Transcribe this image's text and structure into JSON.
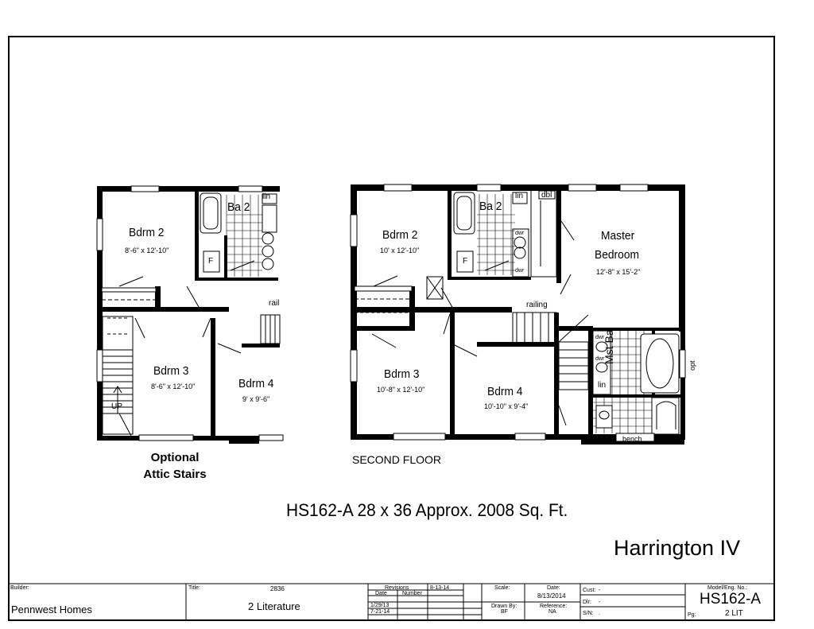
{
  "plan": {
    "left_rooms": {
      "bdrm2": {
        "name": "Bdrm 2",
        "size": "8'-6\" x 12'-10\""
      },
      "ba2": {
        "name": "Ba 2"
      },
      "lin": "lin",
      "bdrm3": {
        "name": "Bdrm 3",
        "size": "8'-6\" x 12'-10\""
      },
      "bdrm4": {
        "name": "Bdrm 4",
        "size": "9' x 9'-6\""
      },
      "rail": "rail",
      "up": "UP",
      "fixture_f": "F"
    },
    "right_rooms": {
      "bdrm2": {
        "name": "Bdrm 2",
        "size": "10' x 12'-10\""
      },
      "ba2": {
        "name": "Ba 2"
      },
      "lin": "lin",
      "dbl": "dbl",
      "dwr1": "dwr",
      "dwr2": "dwr",
      "master": {
        "name_line1": "Master",
        "name_line2": "Bedroom",
        "size": "12'-8\" x 15'-2\""
      },
      "railing": "railing",
      "bdrm3": {
        "name": "Bdrm 3",
        "size": "10'-8\" x 12'-10\""
      },
      "bdrm4": {
        "name": "Bdrm 4",
        "size": "10'-10\" x 9'-4\""
      },
      "mst_ba": "Mst Ba",
      "opt": "opt",
      "bench": "bench",
      "dwr3": "dwr",
      "dwr4": "dwr",
      "lin2": "lin",
      "fixture_f": "F"
    },
    "optional_note_line1": "Optional",
    "optional_note_line2": "Attic Stairs",
    "floor_label": "SECOND FLOOR",
    "caption": "HS162-A 28 x 36  Approx. 2008 Sq. Ft.",
    "model_name": "Harrington IV"
  },
  "title_block": {
    "builder_label": "Builder:",
    "builder_value": "Pennwest Homes",
    "title_label": "Title:",
    "title_number": "2836",
    "title_value": "2 Literature",
    "revisions_label": "Revisions",
    "revisions_date": "8-13-14",
    "date_col": "Date",
    "number_col": "Number",
    "rev1": "1/29/13",
    "rev2": "7-21-14",
    "scale_label": "Scale:",
    "drawn_by_label": "Drawn By:",
    "drawn_by_value": "BF",
    "date_label": "Date:",
    "date_value": "8/13/2014",
    "reference_label": "Reference:",
    "reference_value": "NA",
    "cust_label": "Cust:",
    "cust_value": "-",
    "dlr_label": "Dlr:",
    "dlr_value": "-",
    "sn_label": "S/N:",
    "sn_value": ".",
    "model_label": "Model/Eng. No.:",
    "model_value": "HS162-A",
    "pg_label": "Pg:",
    "pg_value": "2 LIT"
  }
}
